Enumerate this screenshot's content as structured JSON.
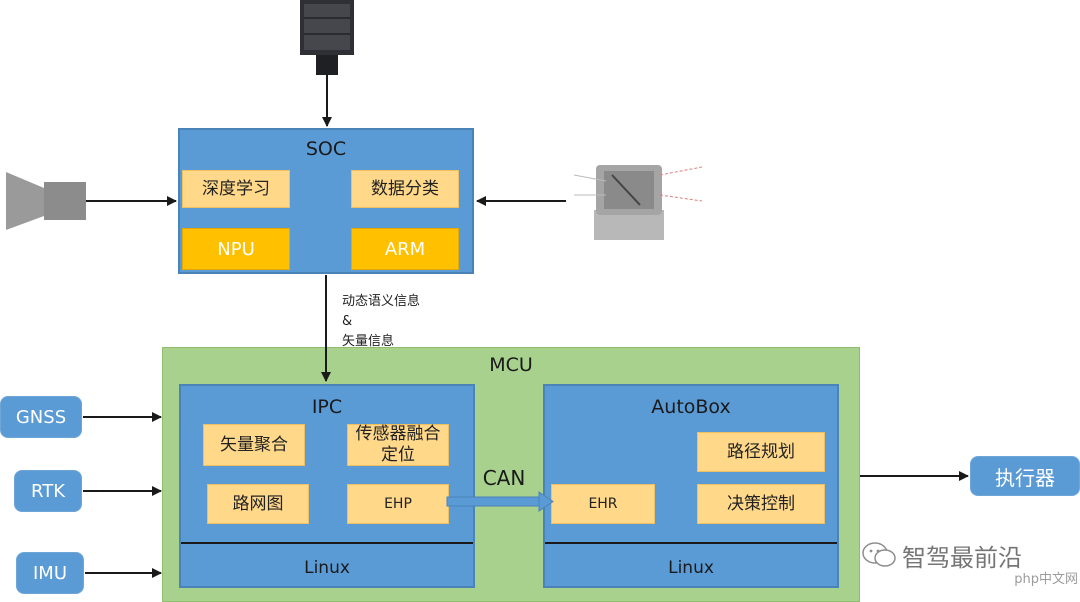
{
  "soc": {
    "title": "SOC",
    "modules": [
      "深度学习",
      "数据分类",
      "NPU",
      "ARM"
    ]
  },
  "connection_label": [
    "动态语义信息",
    "&",
    "矢量信息"
  ],
  "mcu": {
    "title": "MCU",
    "ipc": {
      "title": "IPC",
      "modules": [
        "矢量聚合",
        "传感器融合定位",
        "路网图",
        "EHP"
      ],
      "os": "Linux"
    },
    "can_label": "CAN",
    "autobox": {
      "title": "AutoBox",
      "modules": [
        "路径规划",
        "EHR",
        "决策控制"
      ],
      "os": "Linux"
    }
  },
  "inputs": [
    "GNSS",
    "RTK",
    "IMU"
  ],
  "output": "执行器",
  "watermark": {
    "brand": "智驾最前沿",
    "site": "php中文网"
  },
  "colors": {
    "blue": "#5b9bd5",
    "orange": "#ffc000",
    "peach": "#ffd88a",
    "green": "#a9d18e"
  }
}
